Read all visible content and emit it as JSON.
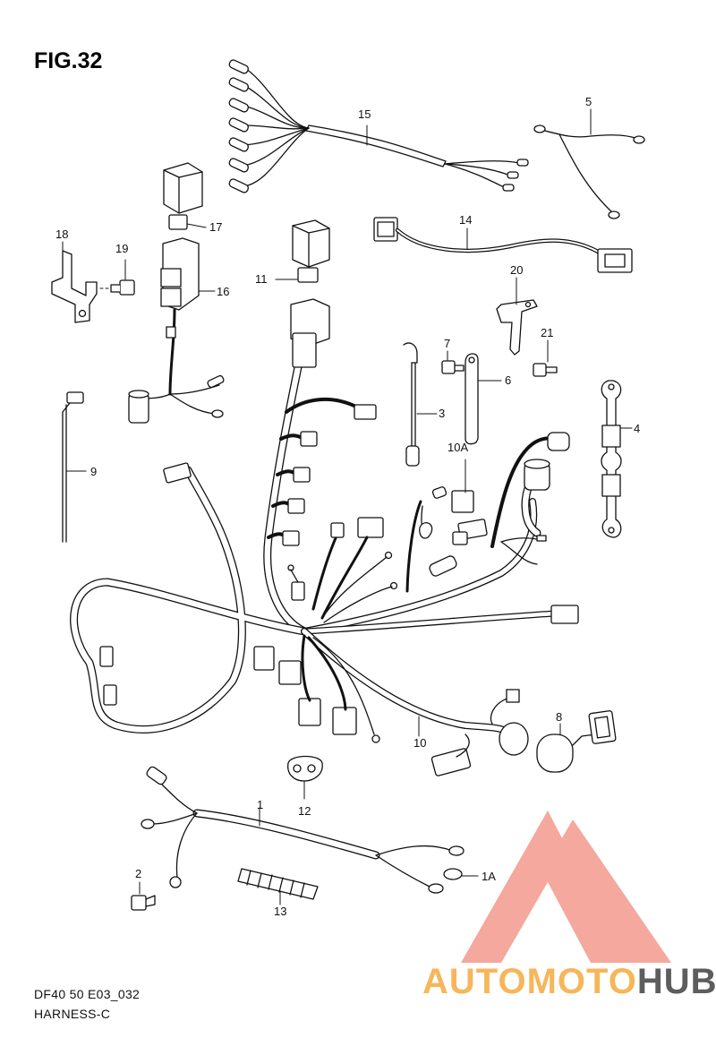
{
  "figure": {
    "title": "FIG.32",
    "code": "DF40 50 E03_032",
    "name": "HARNESS-C"
  },
  "logo": {
    "text_colored": "AUTOMOTO",
    "text_dark": "HUB",
    "accent_color": "#f39a8e",
    "text_color": "#f6b65a",
    "dark_color": "#5d5d5d"
  },
  "callouts": {
    "c1": "1",
    "c1a": "1A",
    "c2": "2",
    "c3": "3",
    "c4": "4",
    "c5": "5",
    "c6": "6",
    "c7": "7",
    "c8": "8",
    "c9": "9",
    "c10": "10",
    "c10a": "10A",
    "c11": "11",
    "c12": "12",
    "c13": "13",
    "c14": "14",
    "c15": "15",
    "c16": "16",
    "c17": "17",
    "c18": "18",
    "c19": "19",
    "c20": "20",
    "c21": "21"
  }
}
